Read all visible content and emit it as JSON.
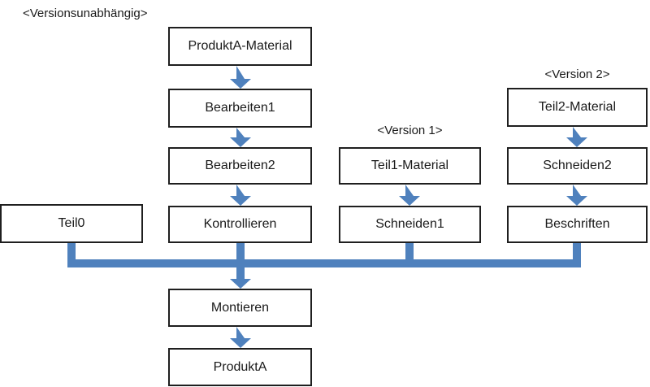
{
  "diagram": {
    "labels": {
      "versionsunabhaengig": "<Versionsunabhängig>",
      "version1": "<Version 1>",
      "version2": "<Version 2>"
    },
    "nodes": {
      "produkta_material": {
        "label": "ProduktA-Material"
      },
      "bearbeiten1": {
        "label": "Bearbeiten1"
      },
      "bearbeiten2": {
        "label": "Bearbeiten2"
      },
      "kontrollieren": {
        "label": "Kontrollieren"
      },
      "teil0": {
        "label": "Teil0"
      },
      "teil1_material": {
        "label": "Teil1-Material"
      },
      "schneiden1": {
        "label": "Schneiden1"
      },
      "teil2_material": {
        "label": "Teil2-Material"
      },
      "schneiden2": {
        "label": "Schneiden2"
      },
      "beschriften": {
        "label": "Beschriften"
      },
      "montieren": {
        "label": "Montieren"
      },
      "produkta": {
        "label": "ProduktA"
      }
    },
    "edges": [
      {
        "from": "ProduktA-Material",
        "to": "Bearbeiten1"
      },
      {
        "from": "Bearbeiten1",
        "to": "Bearbeiten2"
      },
      {
        "from": "Bearbeiten2",
        "to": "Kontrollieren"
      },
      {
        "from": "Teil1-Material",
        "to": "Schneiden1"
      },
      {
        "from": "Teil2-Material",
        "to": "Schneiden2"
      },
      {
        "from": "Schneiden2",
        "to": "Beschriften"
      },
      {
        "from": "Teil0",
        "to": "Montieren"
      },
      {
        "from": "Kontrollieren",
        "to": "Montieren"
      },
      {
        "from": "Schneiden1",
        "to": "Montieren"
      },
      {
        "from": "Beschriften",
        "to": "Montieren"
      },
      {
        "from": "Montieren",
        "to": "ProduktA"
      }
    ],
    "colors": {
      "arrow": "#4f81bd",
      "box_border": "#1f1f1f",
      "box_fill": "#ffffff",
      "text": "#1a1a1a",
      "background": "#ffffff"
    }
  }
}
